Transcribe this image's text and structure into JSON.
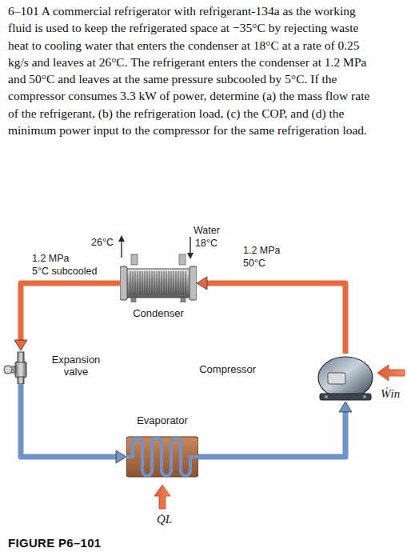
{
  "diagram": {
    "title": "6–101 A commercial refrigerator with refrigerant-134a as the working fluid is used to keep the refrigerated space at −35°C by rejecting waste heat to cooling water that enters the condenser at 18°C at a rate of 0.25 kg/s and leaves at 26°C. The refrigerant enters the condenser at 1.2 MPa and 50°C and leaves at the same pressure subcooled by 5°C. If the compressor consumes 3.3 kW of power, determine (a) the mass flow rate of the refrigerant, (b) the refrigeration load, (c) the COP, and (d) the minimum power input to the compressor for the same refrigeration load.",
    "caption": "FIGURE P6–101",
    "nodes": [
      {
        "text": [
          "Condenser"
        ]
      },
      {
        "text": [
          "Expansion valve"
        ]
      },
      {
        "text": [
          "Compressor"
        ]
      },
      {
        "text": [
          "Evaporator"
        ]
      }
    ],
    "edges": [
      {
        "from": 2,
        "to": 0,
        "arrow": "to"
      },
      {
        "from": 0,
        "to": 1,
        "arrow": "to"
      },
      {
        "from": 1,
        "to": 3,
        "arrow": "to"
      },
      {
        "from": 3,
        "to": 2,
        "arrow": "to"
      }
    ],
    "labels": [
      "26°C",
      "Water",
      "18°C",
      "1.2 MPa",
      "5°C subcooled",
      "1.2 MPa",
      "50°C",
      "Ẇin",
      "Q̇L"
    ]
  }
}
